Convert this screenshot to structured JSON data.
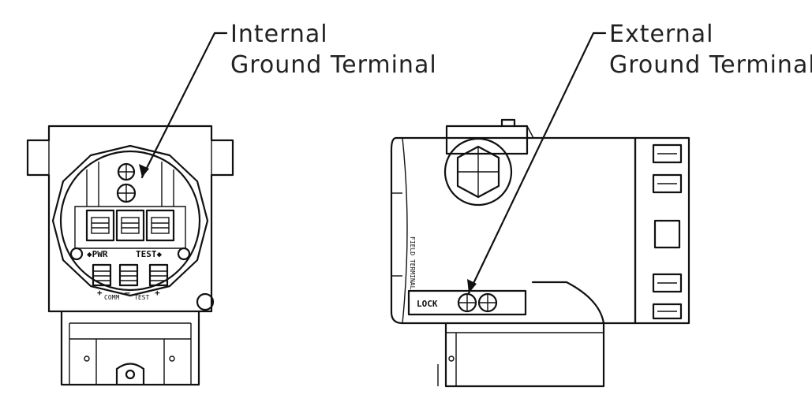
{
  "callouts": {
    "internal": {
      "line1": "Internal",
      "line2": "Ground Terminal"
    },
    "external": {
      "line1": "External",
      "line2": "Ground Terminal"
    }
  },
  "front_view": {
    "pwr_label": "◆PWR",
    "test_label": "TEST◆",
    "plus_left": "+",
    "minus": "–",
    "plus_right": "+",
    "comm_label": "COMM",
    "test_small": "TEST"
  },
  "side_view": {
    "field_terminal_label": "FIELD TERMINAL",
    "lock_label": "LOCK"
  }
}
